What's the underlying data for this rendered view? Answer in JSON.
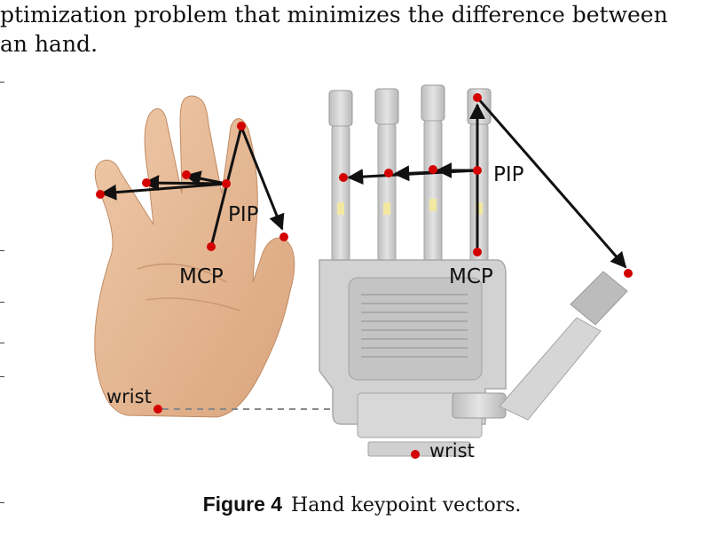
{
  "body_text": {
    "line1": "ptimization problem that minimizes the difference between",
    "line2": "an hand."
  },
  "figure": {
    "human_hand": {
      "labels": {
        "pip": "PIP",
        "mcp": "MCP",
        "wrist": "wrist"
      },
      "keypoint_color": "#d40000",
      "arrow_color": "#111111",
      "skin_color": "#e2b48e"
    },
    "robot_hand": {
      "labels": {
        "pip": "PIP",
        "mcp": "MCP",
        "wrist": "wrist"
      },
      "body_color": "#c9c9c9"
    },
    "connector_color": "#888888"
  },
  "caption": {
    "label": "Figure 4",
    "text": "Hand keypoint vectors."
  }
}
